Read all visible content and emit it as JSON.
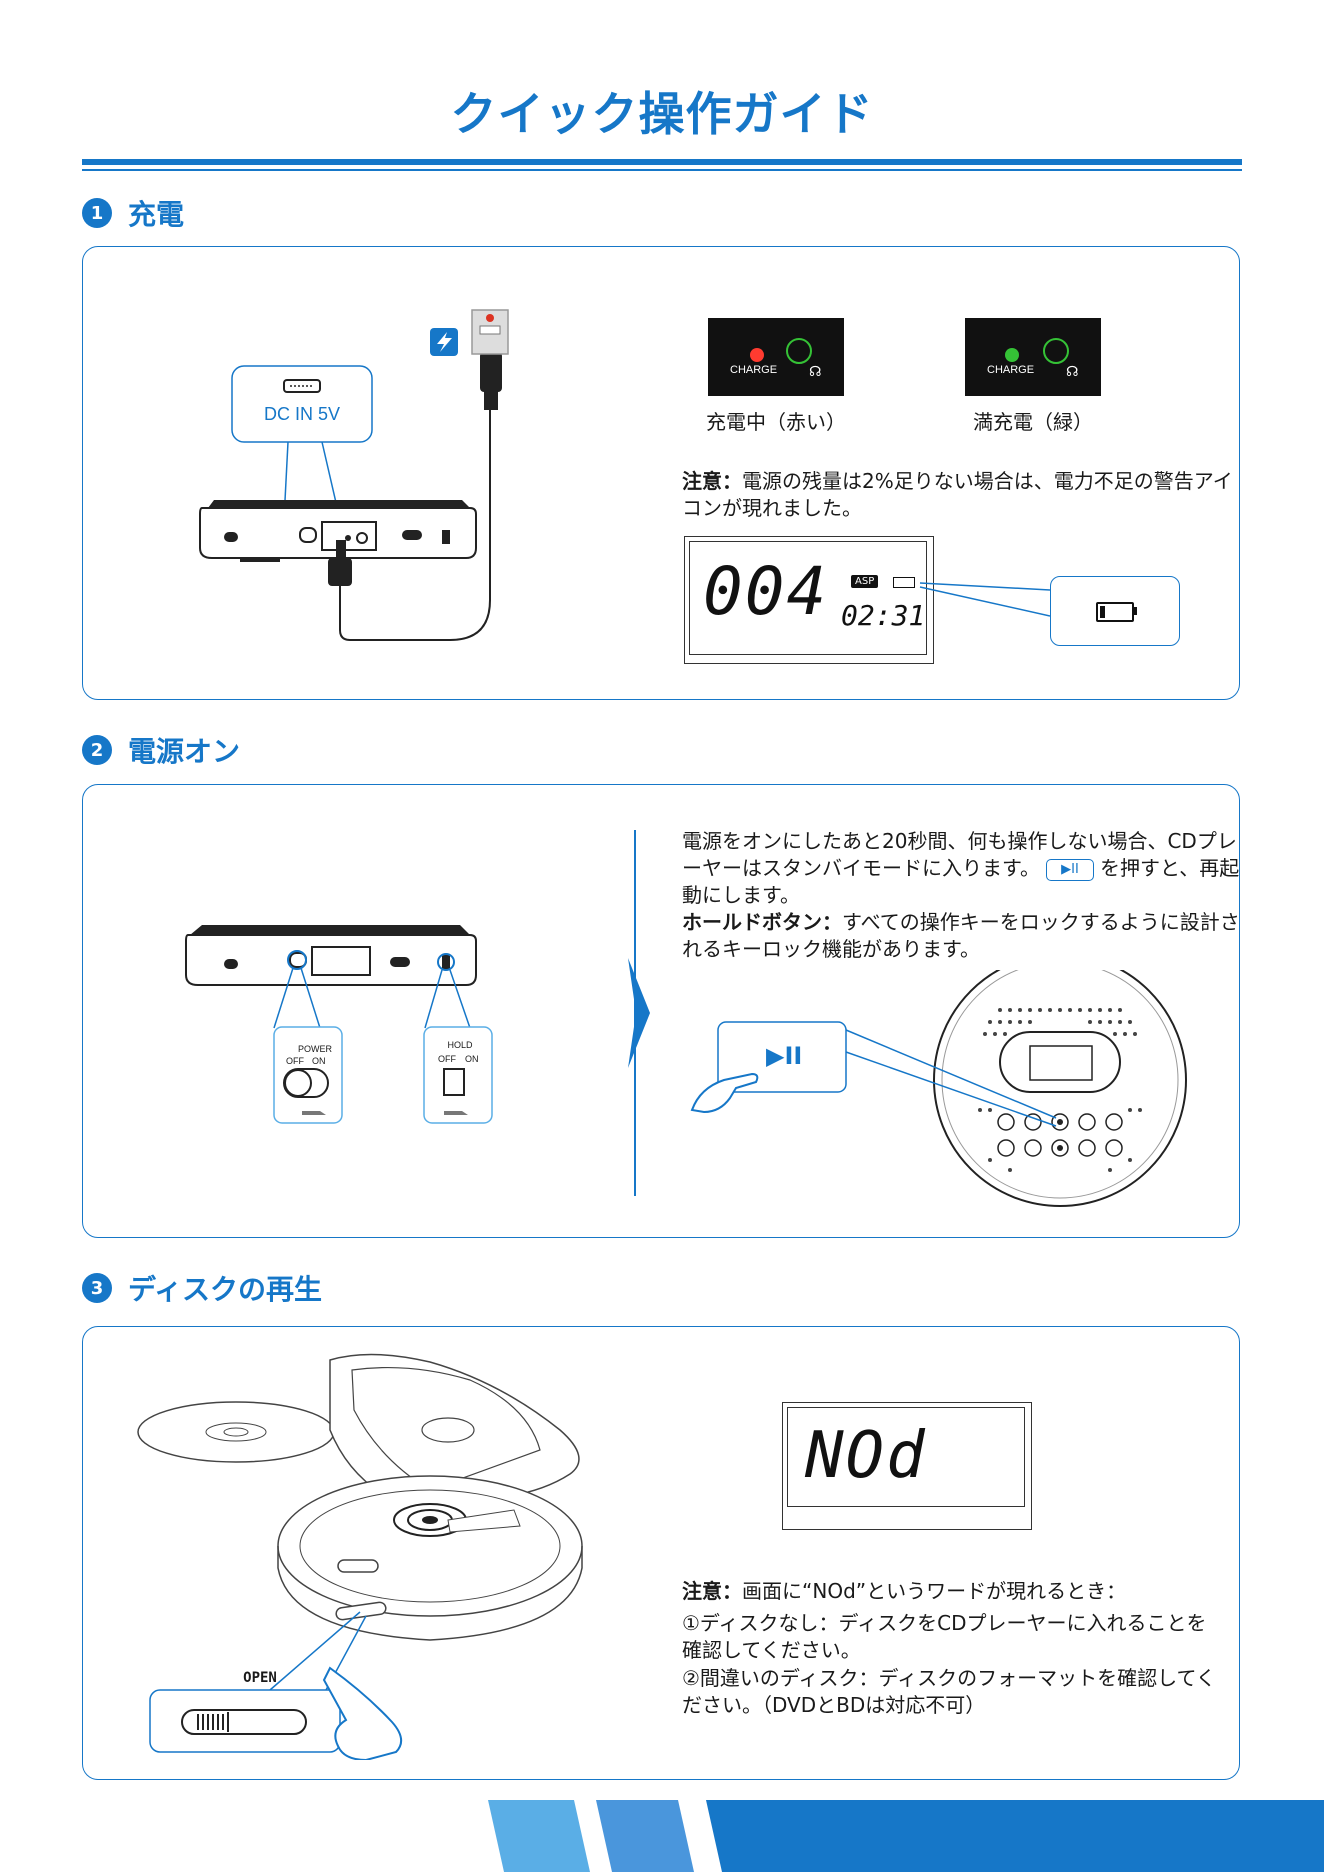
{
  "title": "クイック操作ガイド",
  "sections": [
    {
      "num": "1",
      "title": "充電"
    },
    {
      "num": "2",
      "title": "電源オン"
    },
    {
      "num": "3",
      "title": "ディスクの再生"
    }
  ],
  "charge": {
    "dc_label": "DC IN 5V",
    "led_label": "CHARGE",
    "charging_caption": "充電中（赤い）",
    "full_caption": "満充電（緑）",
    "note_head": "注意：",
    "note_body": "電源の残量は2%足りない場合は、電力不足の警告アイコンが現れました。",
    "lcd_track": "004",
    "lcd_badge": "ASP",
    "lcd_time": "02:31"
  },
  "power": {
    "para1_a": "電源をオンにしたあと20秒間、何も操作しない場合、CDプレーヤーはスタンバイモードに入ります。",
    "play_symbol": "▶II",
    "para1_b": "を押すと、再起動にします。",
    "hold_head": "ホールドボタン：",
    "hold_body": "すべての操作キーをロックするように設計されるキーロック機能があります。",
    "power_switch_label": "POWER",
    "hold_switch_label": "HOLD",
    "off_label": "OFF",
    "on_label": "ON"
  },
  "disc": {
    "lcd_text": "NOd",
    "open_label": "OPEN",
    "note_head": "注意：",
    "note_intro": "画面に“NOd”というワードが現れるとき：",
    "item1": "①ディスクなし：ディスクをCDプレーヤーに入れることを確認してください。",
    "item2": "②間違いのディスク：ディスクのフォーマットを確認してください。（DVDとBDは対応不可）"
  },
  "colors": {
    "accent": "#1677c8",
    "light_blue": "#5aaee6",
    "led_red": "#ff3b30",
    "led_green": "#35c236"
  }
}
